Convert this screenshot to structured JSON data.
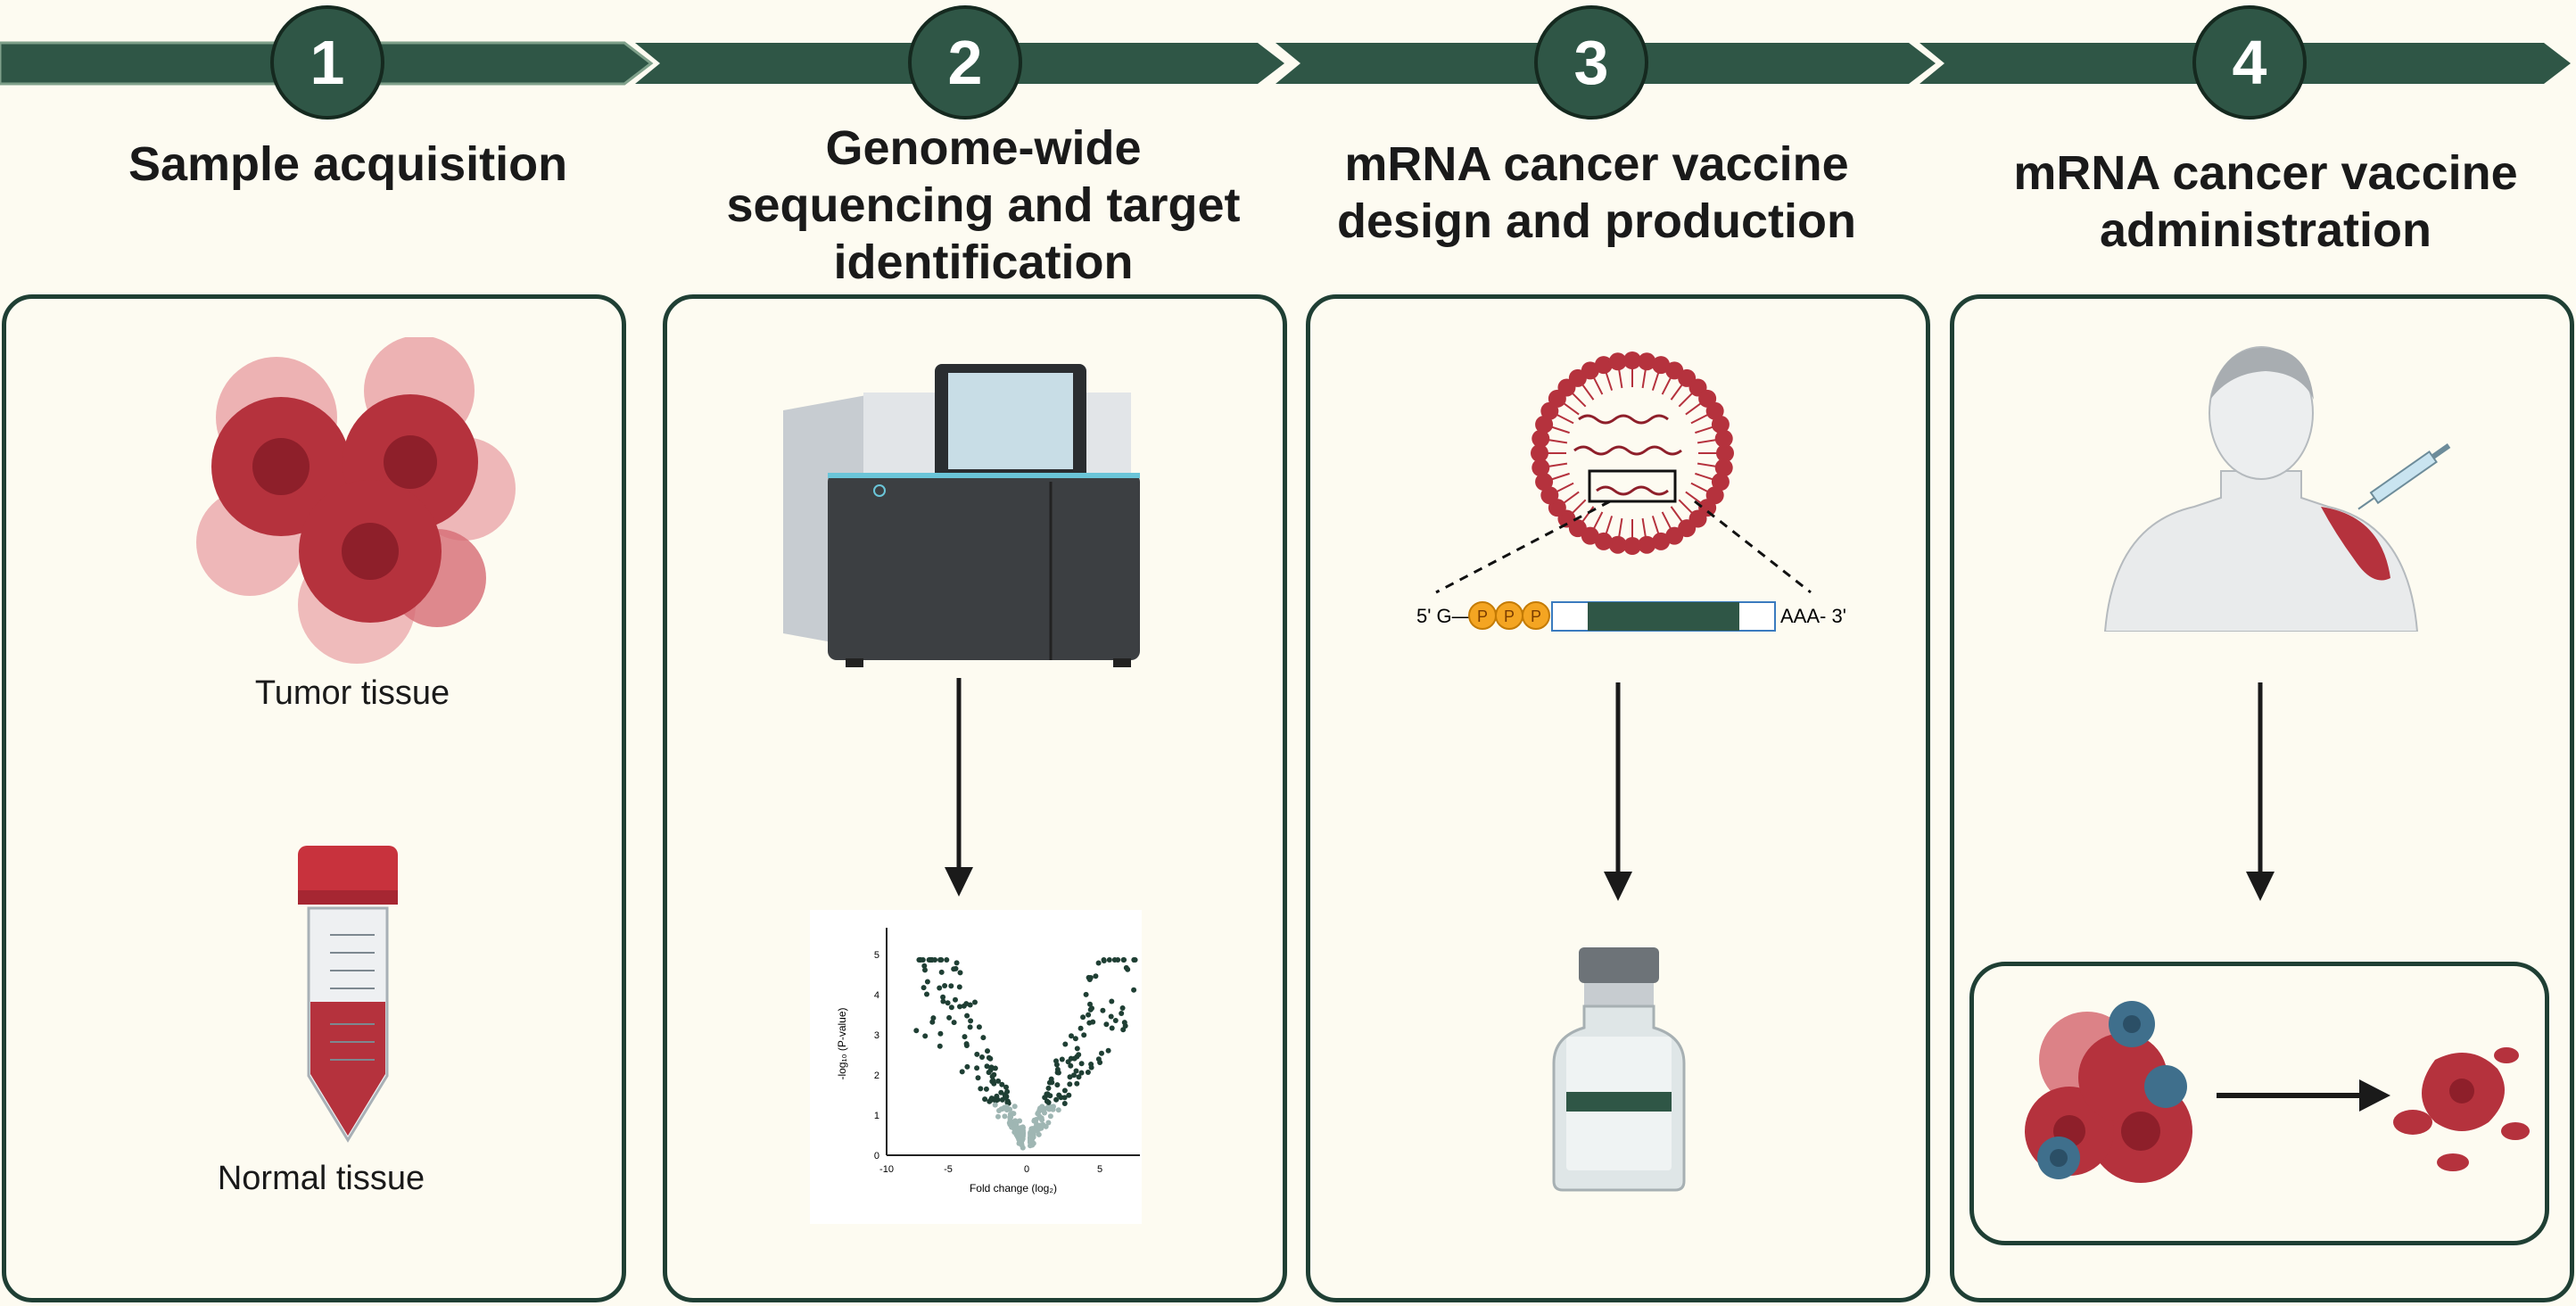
{
  "steps": [
    {
      "number": "1",
      "title": "Sample acquisition"
    },
    {
      "number": "2",
      "title": "Genome-wide sequencing and target identification"
    },
    {
      "number": "3",
      "title": "mRNA cancer vaccine design and production"
    },
    {
      "number": "4",
      "title": "mRNA cancer vaccine administration"
    }
  ],
  "panel1": {
    "tumor_label": "Tumor tissue",
    "normal_label": "Normal tissue"
  },
  "panel2": {
    "plot": {
      "ylabel": "-log₁₀ (P-value)",
      "xlabel": "Fold change (log₂)",
      "xticks": [
        "-10",
        "-5",
        "0",
        "5"
      ],
      "yticks": [
        "0",
        "1",
        "2",
        "3",
        "4",
        "5"
      ]
    }
  },
  "panel3": {
    "five_prime": "5' G—",
    "cap": [
      "P",
      "P",
      "P"
    ],
    "three_prime": "AAA- 3'"
  },
  "colors": {
    "primary": "#2f5646",
    "outline": "#1f3f34",
    "tumor": "#b5323d",
    "background": "#fdfbf1"
  },
  "icons": [
    "tumor-cells",
    "sample-tube",
    "sequencer",
    "volcano-plot",
    "lipid-nanoparticle",
    "mrna-construct",
    "vaccine-vial",
    "patient-injection",
    "immune-attack"
  ]
}
